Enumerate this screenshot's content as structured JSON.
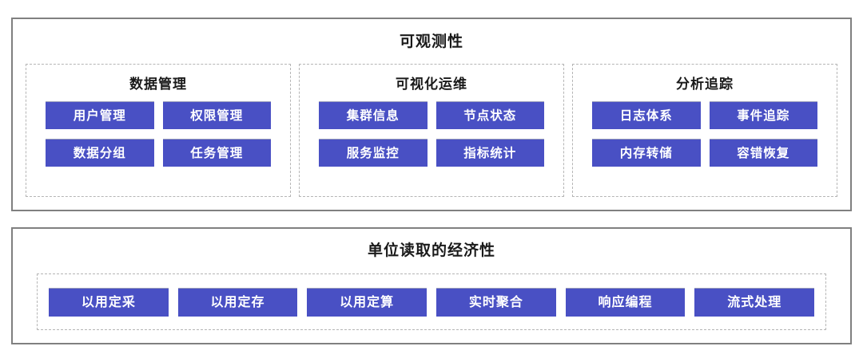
{
  "diagram": {
    "background_color": "#ffffff",
    "panel_border_color": "#808080",
    "group_border_color": "#b5b5b5",
    "chip_color": "#4950c4",
    "chip_text_color": "#ffffff",
    "title_color": "#1a1a1a"
  },
  "panels": [
    {
      "id": "observability",
      "title": "可观测性",
      "groups": [
        {
          "id": "data-management",
          "title": "数据管理",
          "chips": [
            "用户管理",
            "权限管理",
            "数据分组",
            "任务管理"
          ]
        },
        {
          "id": "visual-ops",
          "title": "可视化运维",
          "chips": [
            "集群信息",
            "节点状态",
            "服务监控",
            "指标统计"
          ]
        },
        {
          "id": "analysis-tracing",
          "title": "分析追踪",
          "chips": [
            "日志体系",
            "事件追踪",
            "内存转储",
            "容错恢复"
          ]
        }
      ]
    },
    {
      "id": "economy",
      "title": "单位读取的经济性",
      "band": {
        "chips": [
          "以用定采",
          "以用定存",
          "以用定算",
          "实时聚合",
          "响应编程",
          "流式处理"
        ]
      }
    }
  ]
}
